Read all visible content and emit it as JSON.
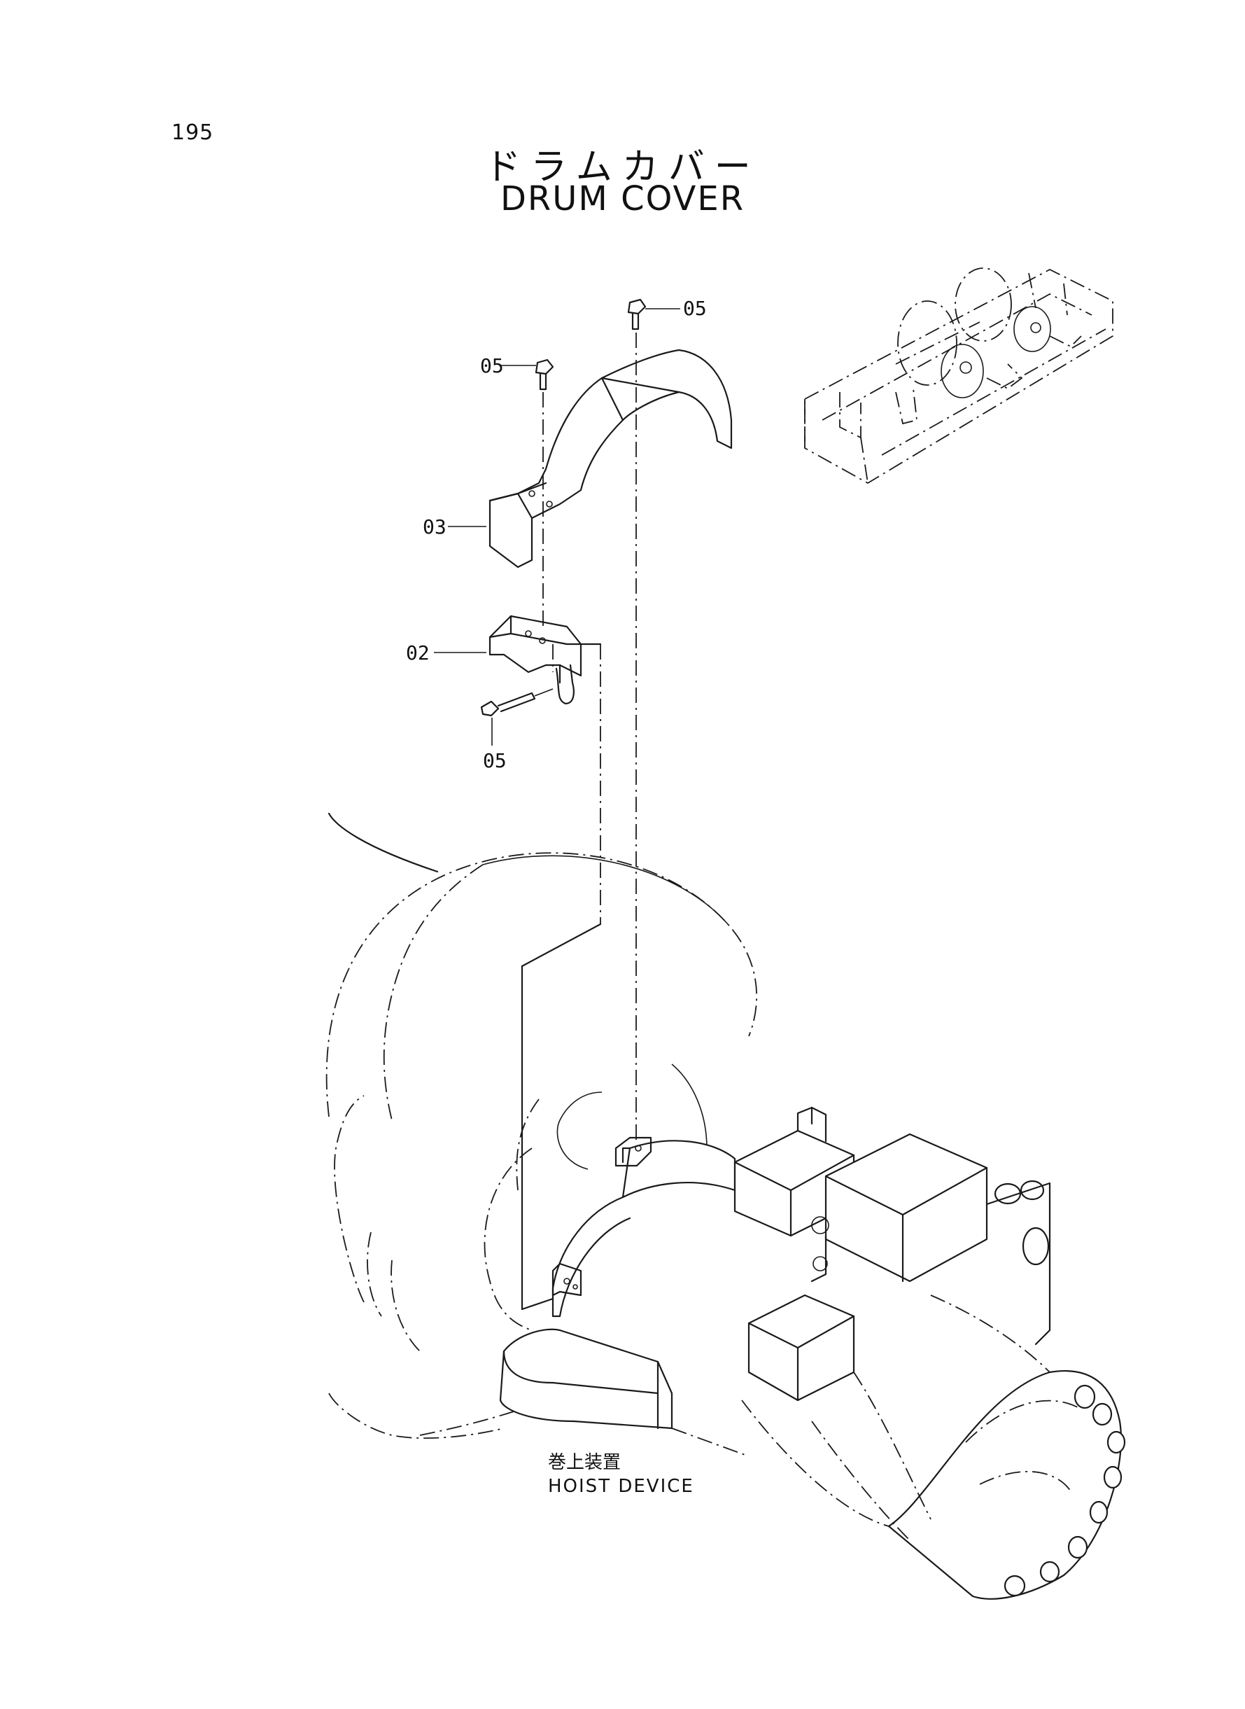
{
  "page_number": "195",
  "title_jp": "ドラムカバー",
  "title_en": "DRUM COVER",
  "callouts": [
    {
      "id": "top",
      "label": "05"
    },
    {
      "id": "left-bolt",
      "label": "05"
    },
    {
      "id": "cover",
      "label": "03"
    },
    {
      "id": "bracket",
      "label": "02"
    },
    {
      "id": "lower-bolt",
      "label": "05"
    }
  ],
  "footer_jp": "巻上装置",
  "footer_en": "HOIST DEVICE"
}
